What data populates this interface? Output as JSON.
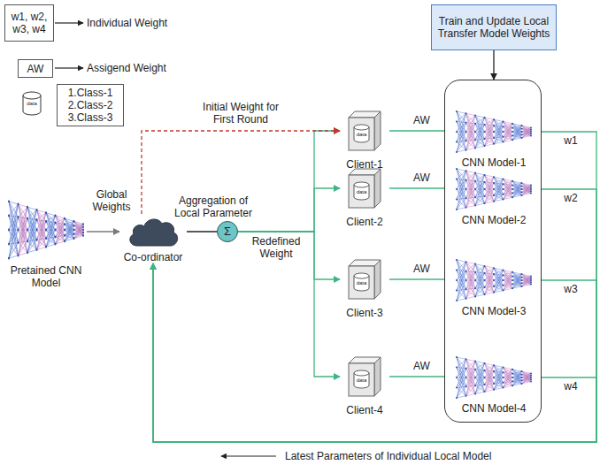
{
  "diagram": {
    "nodes": [
      {
        "text": [
          "w1, w2, w3, w4"
        ]
      },
      {
        "text": [
          "AW"
        ]
      },
      {
        "text": [
          "data"
        ]
      },
      {
        "text": [
          "1.Class-1 2.Class-2 3.Class-3"
        ]
      },
      {
        "text": [
          "Train and Update Local Transfer Model Weights"
        ]
      },
      {
        "text": [
          "Pretained CNN Model"
        ]
      },
      {
        "text": [
          "Co-ordinator"
        ]
      },
      {
        "text": [
          "Σ"
        ]
      },
      {
        "text": [
          "data",
          "Client-1"
        ]
      },
      {
        "text": [
          "data",
          "Client-2"
        ]
      },
      {
        "text": [
          "data",
          "Client-3"
        ]
      },
      {
        "text": [
          "data",
          "Client-4"
        ]
      },
      {
        "text": []
      },
      {
        "text": [
          "CNN Model-1"
        ],
        "in": 12
      },
      {
        "text": [
          "CNN Model-2"
        ],
        "in": 12
      },
      {
        "text": [
          "CNN Model-3"
        ],
        "in": 12
      },
      {
        "text": [
          "CNN Model-4"
        ],
        "in": 12
      }
    ],
    "edges": [
      {
        "from": 5,
        "to": 6,
        "arrow": "to"
      },
      {
        "from": 6,
        "to": 7,
        "arrow": "none"
      },
      {
        "from": 7,
        "to": 8,
        "arrow": "to",
        "label": "Redefined Weight"
      },
      {
        "from": 7,
        "to": 9,
        "arrow": "to"
      },
      {
        "from": 7,
        "to": 10,
        "arrow": "to"
      },
      {
        "from": 7,
        "to": 11,
        "arrow": "to"
      },
      {
        "from": 6,
        "to": 8,
        "arrow": "to",
        "label": "Initial Weight for First Round"
      },
      {
        "from": 8,
        "to": 13,
        "arrow": "to",
        "label": "AW"
      },
      {
        "from": 9,
        "to": 14,
        "arrow": "to",
        "label": "AW"
      },
      {
        "from": 10,
        "to": 15,
        "arrow": "to",
        "label": "AW"
      },
      {
        "from": 11,
        "to": 16,
        "arrow": "to",
        "label": "AW"
      },
      {
        "from": 4,
        "to": 12,
        "arrow": "to"
      },
      {
        "from": 13,
        "to": 6,
        "arrow": "to",
        "label": "w1"
      },
      {
        "from": 14,
        "to": 6,
        "arrow": "to",
        "label": "w2"
      },
      {
        "from": 15,
        "to": 6,
        "arrow": "to",
        "label": "w3"
      },
      {
        "from": 16,
        "to": 6,
        "arrow": "to",
        "label": "w4"
      }
    ],
    "labels": [
      "Individual Weight",
      "Assigend Weight",
      "Global Weights",
      "Aggregation of Local Parameter",
      "Latest Parameters of Individual Local Model"
    ]
  }
}
